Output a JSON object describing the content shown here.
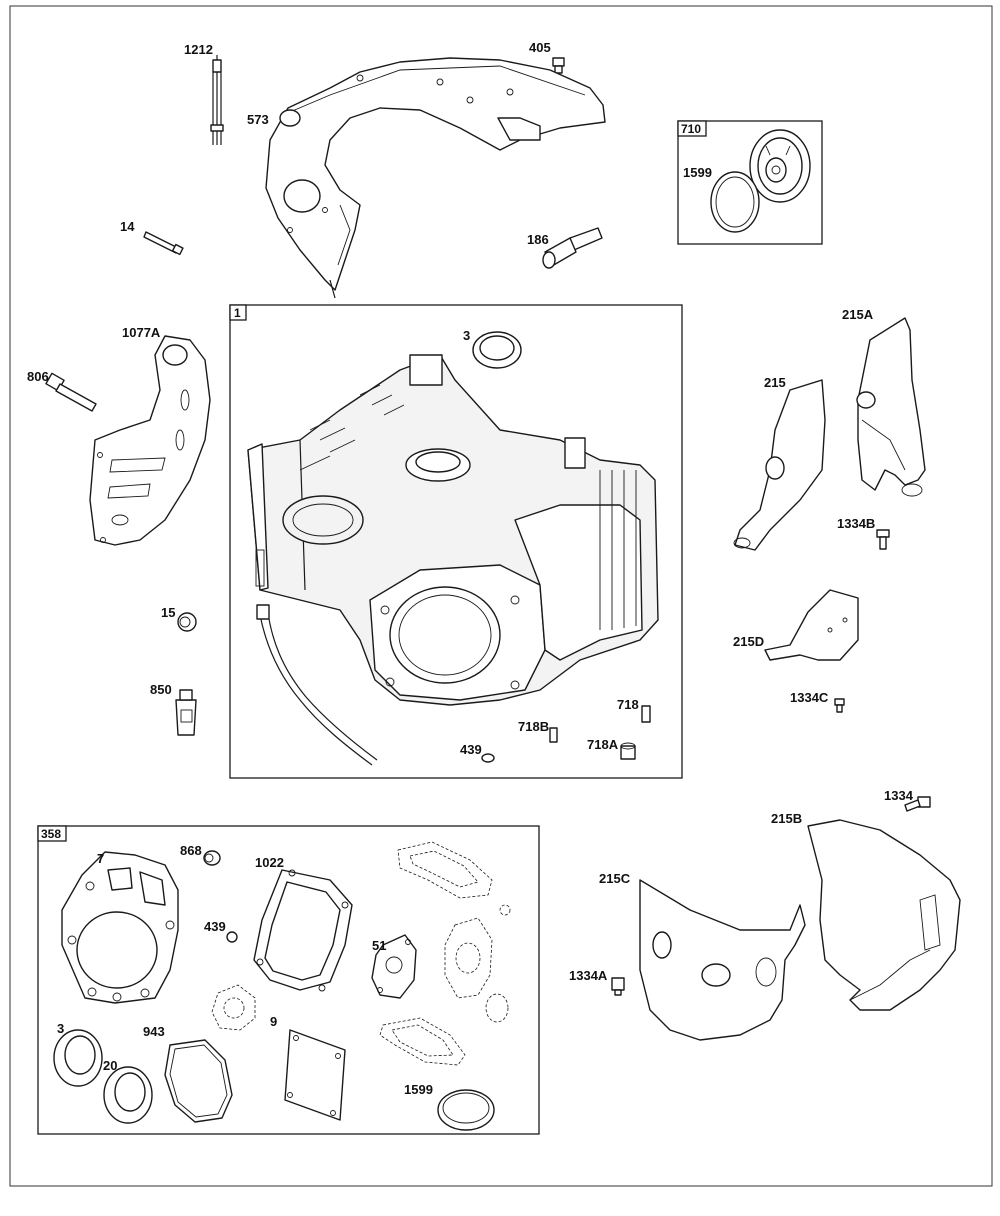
{
  "callouts": {
    "c1212": "1212",
    "c405": "405",
    "c573": "573",
    "c710": "710",
    "c1599_top": "1599",
    "c14": "14",
    "c186": "186",
    "c1": "1",
    "c1077a": "1077A",
    "c806": "806",
    "c3_top": "3",
    "c215a": "215A",
    "c215": "215",
    "c1334b": "1334B",
    "c215d": "215D",
    "c15": "15",
    "c850": "850",
    "c1334c": "1334C",
    "c718": "718",
    "c718b": "718B",
    "c718a": "718A",
    "c439_top": "439",
    "c1334": "1334",
    "c215b": "215B",
    "c358": "358",
    "c7": "7",
    "c868": "868",
    "c1022": "1022",
    "c439_kit": "439",
    "c51": "51",
    "c215c": "215C",
    "c1334a": "1334A",
    "c3_kit": "3",
    "c20": "20",
    "c943": "943",
    "c9": "9",
    "c1599_kit": "1599"
  }
}
